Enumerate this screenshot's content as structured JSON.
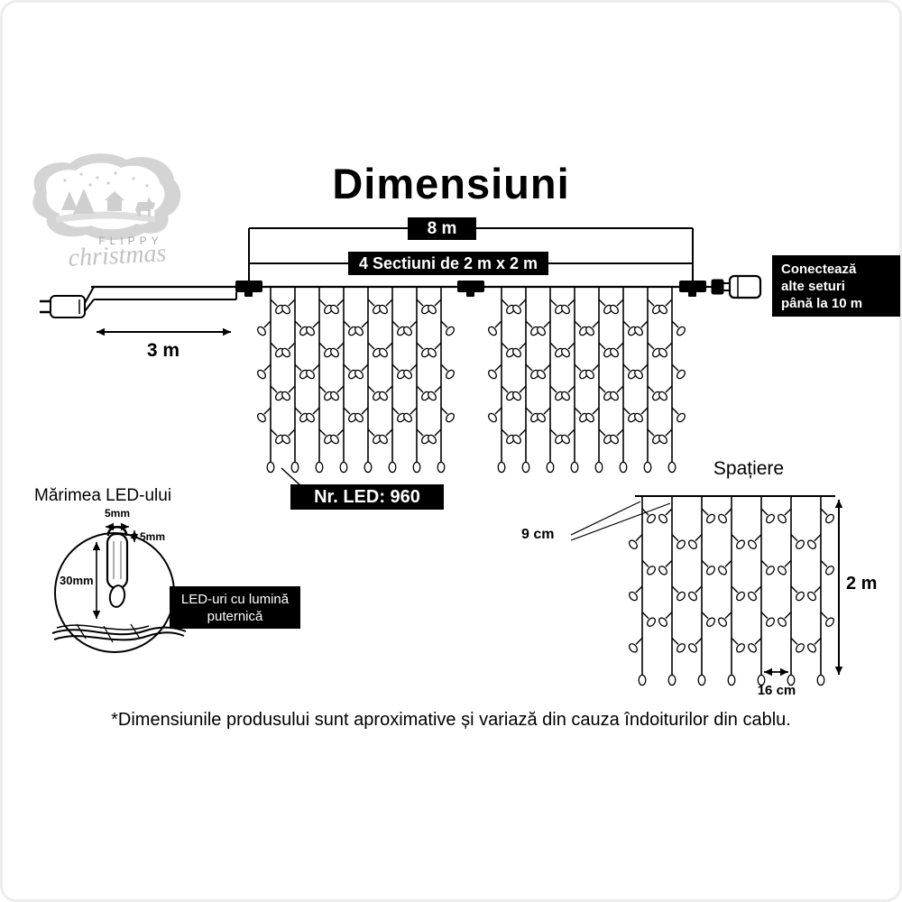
{
  "title": "Dimensiuni",
  "logo": {
    "line1": "FLIPPY",
    "line2": "christmas"
  },
  "labels": {
    "top_width": "8 m",
    "sections": "4  Sectiuni de  2 m x 2 m",
    "connect_box": [
      "Conectează",
      "alte seturi",
      "până la 10 m"
    ],
    "lead_length": "3 m",
    "led_count": "Nr. LED:  960",
    "led_size_title": "Mărimea LED-ului",
    "led_dim_top": "5mm",
    "led_dim_side": "5mm",
    "led_dim_height": "30mm",
    "led_box": [
      "LED-uri cu lumină",
      "puternică"
    ],
    "spacing_title": "Spațiere",
    "spacing_horizontal": "9 cm",
    "spacing_vertical": "2 m",
    "spacing_bottom": "16 cm",
    "disclaimer": "*Dimensiunile produsului sunt aproximative și variază din cauza îndoiturilor din cablu."
  },
  "diagram": {
    "sections": 2,
    "strands_per_section": 8,
    "leds_per_strand": 7,
    "mini_strands": 7,
    "mini_leds": 6,
    "curtain_height_m": 2,
    "total_width_m": 8,
    "lead_m": 3,
    "led_total": 960
  },
  "colors": {
    "ink": "#000000",
    "box_bg": "#000000",
    "box_text": "#ffffff",
    "logo_gray": "#cfcfcf"
  }
}
